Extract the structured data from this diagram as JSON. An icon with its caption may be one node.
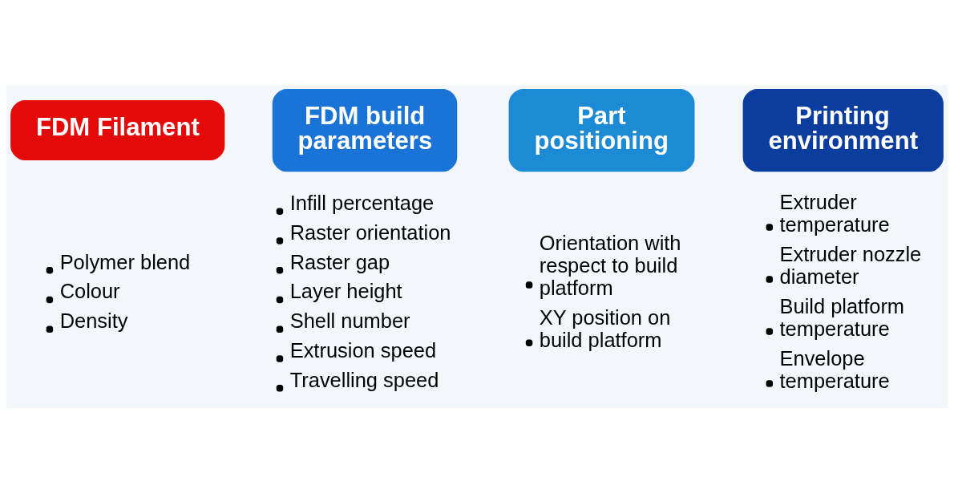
{
  "diagram": {
    "nodes": [
      {
        "text": [
          "FDM Filament"
        ],
        "beside": [
          "Polymer blend",
          "Colour",
          "Density"
        ]
      },
      {
        "text": [
          "FDM build parameters"
        ],
        "beside": [
          "Infill percentage",
          "Raster orientation",
          "Raster gap",
          "Layer height",
          "Shell number",
          "Extrusion speed",
          "Travelling speed"
        ]
      },
      {
        "text": [
          "Part positioning"
        ],
        "beside": [
          "Orientation with respect to build platform",
          "XY position on build platform"
        ]
      },
      {
        "text": [
          "Printing environment"
        ],
        "beside": [
          "Extruder temperature",
          "Extruder nozzle diameter",
          "Build platform temperature",
          "Envelope temperature"
        ]
      }
    ],
    "edges": []
  }
}
